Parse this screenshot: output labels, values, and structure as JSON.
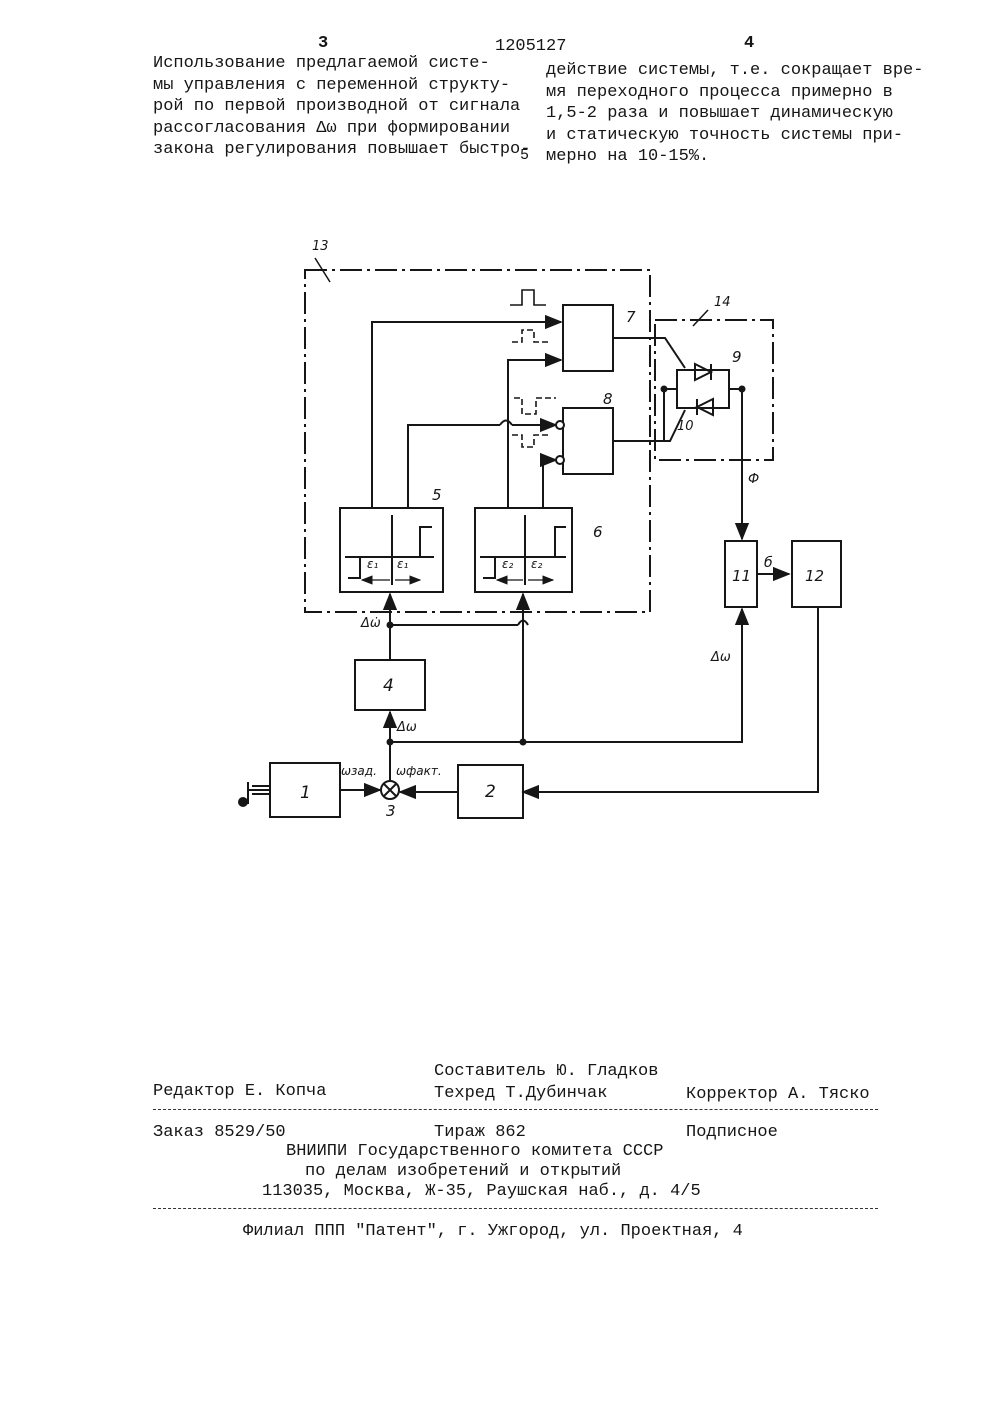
{
  "header": {
    "page_left": "3",
    "patent_number": "1205127",
    "page_right": "4",
    "line_marker": "5"
  },
  "columns": {
    "left": [
      "Использование предлагаемой систе-",
      "мы управления с переменной структу-",
      "рой по первой производной от сигнала",
      "рассогласования Δω при формировании",
      "закона регулирования повышает быстро-"
    ],
    "right": [
      "действие системы, т.е. сокращает вре-",
      "мя переходного процесса примерно в",
      "1,5-2 раза и повышает динамическую",
      "и статическую точность системы при-",
      "мерно на 10-15%."
    ]
  },
  "diagram": {
    "blocks": {
      "b1": "1",
      "b2": "2",
      "b3": "3",
      "b4": "4",
      "b5": "5",
      "b6": "6",
      "b7": "7",
      "b8": "8",
      "b9": "9",
      "b10": "10",
      "b11": "11",
      "b12": "12",
      "b13": "13",
      "b14": "14"
    },
    "signals": {
      "dw_dot": "Δω̇",
      "dw": "Δω",
      "dw_right": "Δω",
      "w_set": "ωзад.",
      "w_act": "ωфакт.",
      "phi": "Ф",
      "b": "б",
      "eps1": "ε₁",
      "eps2": "ε₂"
    }
  },
  "imprint": {
    "composer": "Составитель Ю. Гладков",
    "editor": "Редактор Е. Копча",
    "techred": "Техред Т.Дубинчак",
    "corrector": "Корректор А. Тяско",
    "order": "Заказ 8529/50",
    "circulation": "Тираж 862",
    "subscription": "Подписное",
    "org_line1": "ВНИИПИ Государственного комитета СССР",
    "org_line2": "по делам изобретений и открытий",
    "org_line3": "113035, Москва, Ж-35, Раушская наб., д. 4/5",
    "branch": "Филиал ППП \"Патент\", г. Ужгород, ул. Проектная, 4"
  }
}
